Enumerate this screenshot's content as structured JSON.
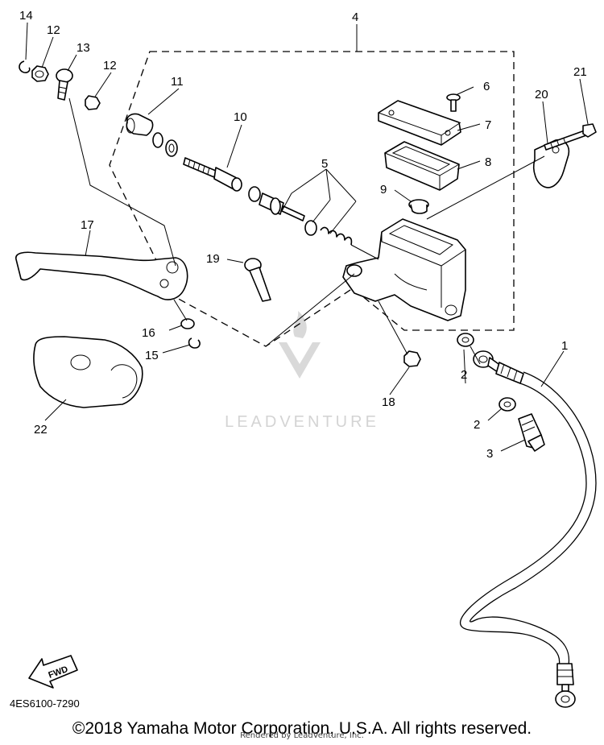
{
  "callouts": {
    "c1": "1",
    "c2a": "2",
    "c2b": "2",
    "c3": "3",
    "c4": "4",
    "c5": "5",
    "c6": "6",
    "c7": "7",
    "c8": "8",
    "c9": "9",
    "c10": "10",
    "c11": "11",
    "c12a": "12",
    "c12b": "12",
    "c13": "13",
    "c14": "14",
    "c15": "15",
    "c16": "16",
    "c17": "17",
    "c18": "18",
    "c19": "19",
    "c20": "20",
    "c21": "21",
    "c22": "22"
  },
  "fwd_label": "FWD",
  "diagram_code": "4ES6100-7290",
  "watermark": "LEADVENTURE",
  "copyright": "©2018 Yamaha Motor Corporation, U.S.A. All rights reserved.",
  "rendered_by": "Rendered by LeadVenture, Inc."
}
